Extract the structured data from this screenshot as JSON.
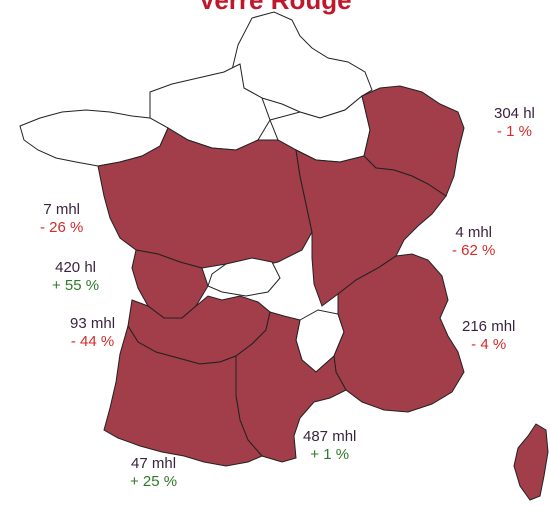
{
  "title": "Verre Rouge",
  "colors": {
    "region_fill": "#a23d4a",
    "border": "#222222",
    "negative": "#d42b2b",
    "positive": "#2f7a2a",
    "title": "#c0182b"
  },
  "regions": [
    {
      "id": "grand-est",
      "volume": "304 hl",
      "change": "- 1 %",
      "trend": "negative"
    },
    {
      "id": "pays-de-la-loire",
      "volume": "7 mhl",
      "change": "- 26 %",
      "trend": "negative"
    },
    {
      "id": "bourgogne",
      "volume": "4 mhl",
      "change": "- 62 %",
      "trend": "negative"
    },
    {
      "id": "charentes",
      "volume": "420 hl",
      "change": "+ 55 %",
      "trend": "positive"
    },
    {
      "id": "aquitaine",
      "volume": "93 mhl",
      "change": "- 44 %",
      "trend": "negative"
    },
    {
      "id": "rhone-alpes",
      "volume": "216 mhl",
      "change": "- 4 %",
      "trend": "negative"
    },
    {
      "id": "languedoc",
      "volume": "487 mhl",
      "change": "+ 1 %",
      "trend": "positive"
    },
    {
      "id": "sud-ouest",
      "volume": "47 mhl",
      "change": "+ 25 %",
      "trend": "positive"
    }
  ]
}
